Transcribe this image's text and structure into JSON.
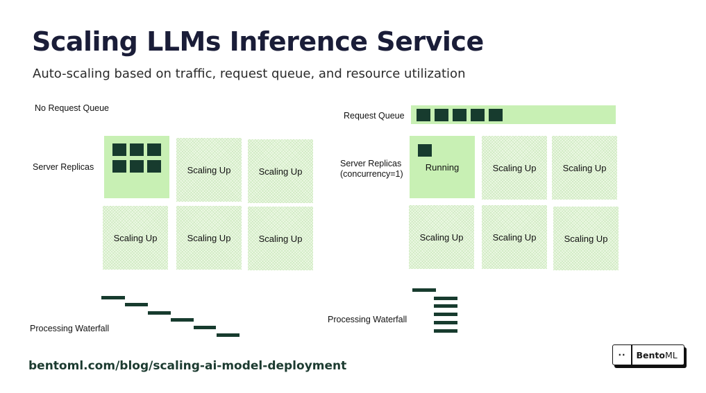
{
  "header": {
    "title": "Scaling LLMs Inference Service",
    "subtitle": "Auto-scaling based on traffic, request queue, and resource utilization"
  },
  "left_panel": {
    "queue_label": "No Request Queue",
    "replicas_label": "Server Replicas",
    "cell_label": "Scaling Up",
    "waterfall_label": "Processing Waterfall",
    "active_replica_requests": 6
  },
  "right_panel": {
    "queue_label": "Request Queue",
    "queued_requests": 5,
    "replicas_label_line1": "Server Replicas",
    "replicas_label_line2": "(concurrency=1)",
    "running_label": "Running",
    "cell_label": "Scaling Up",
    "waterfall_label": "Processing Waterfall",
    "active_replica_requests": 1
  },
  "footer": {
    "link": "bentoml.com/blog/scaling-ai-model-deployment",
    "logo_dots": "··",
    "logo_bold": "Bento",
    "logo_rest": "ML"
  },
  "colors": {
    "active_green": "#c8f0b4",
    "hatch_green": "#eef9e6",
    "dark_square": "#173b2e",
    "title": "#1a1d38"
  }
}
